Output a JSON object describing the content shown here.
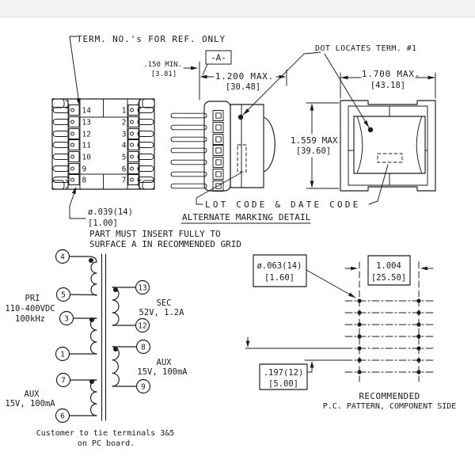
{
  "colors": {
    "ink": "#1b1b1b",
    "top_band": "#f3f3f3",
    "band_edge": "#dcdcdc",
    "paper": "#ffffff"
  },
  "top_view": {
    "callout": "TERM. NO.'s FOR REF. ONLY",
    "left_terminals": [
      "14",
      "13",
      "12",
      "11",
      "10",
      "9",
      "8"
    ],
    "right_terminals": [
      "1",
      "2",
      "3",
      "4",
      "5",
      "6",
      "7"
    ],
    "pin_dia_line1": "ø.039(14)",
    "pin_dia_line2": "[1.00]",
    "insert_note_line1": "PART MUST INSERT FULLY TO",
    "insert_note_line2": "SURFACE A IN RECOMMENDED GRID"
  },
  "side_view": {
    "datum_label": "-A-",
    "standoff_dim_line1": ".150 MIN.",
    "standoff_dim_line2": "[3.81]",
    "depth_dim_line1": "1.200 MAX.",
    "depth_dim_line2": "[30.48]",
    "marking_title": "ALTERNATE MARKING DETAIL",
    "lot_code_label": "LOT CODE & DATE CODE"
  },
  "front_view": {
    "dot_callout": "DOT LOCATES TERM. #1",
    "width_dim_line1": "1.700 MAX.",
    "width_dim_line2": "[43.18]",
    "height_dim_line1": "1.559 MAX.",
    "height_dim_line2": "[39.60]"
  },
  "schematic": {
    "pri_line1": "PRI",
    "pri_line2": "110-400VDC",
    "pri_line3": "100kHz",
    "aux_left_line1": "AUX",
    "aux_left_line2": "15V, 100mA",
    "sec_line1": "SEC",
    "sec_line2": "52V, 1.2A",
    "aux_right_line1": "AUX",
    "aux_right_line2": "15V, 100mA",
    "left_terminals": [
      "4",
      "5",
      "3",
      "1",
      "7",
      "6"
    ],
    "right_terminals": [
      "13",
      "12",
      "8",
      "9"
    ],
    "note_line1": "Customer to tie terminals 3&5",
    "note_line2": "on PC board."
  },
  "pc_pattern": {
    "hole_dim_line1": "ø.063(14)",
    "hole_dim_line2": "[1.60]",
    "span_dim_line1": "1.004",
    "span_dim_line2": "[25.50]",
    "pitch_dim_line1": ".197(12)",
    "pitch_dim_line2": "[5.00]",
    "caption_line1": "RECOMMENDED",
    "caption_line2": "P.C. PATTERN, COMPONENT SIDE"
  }
}
